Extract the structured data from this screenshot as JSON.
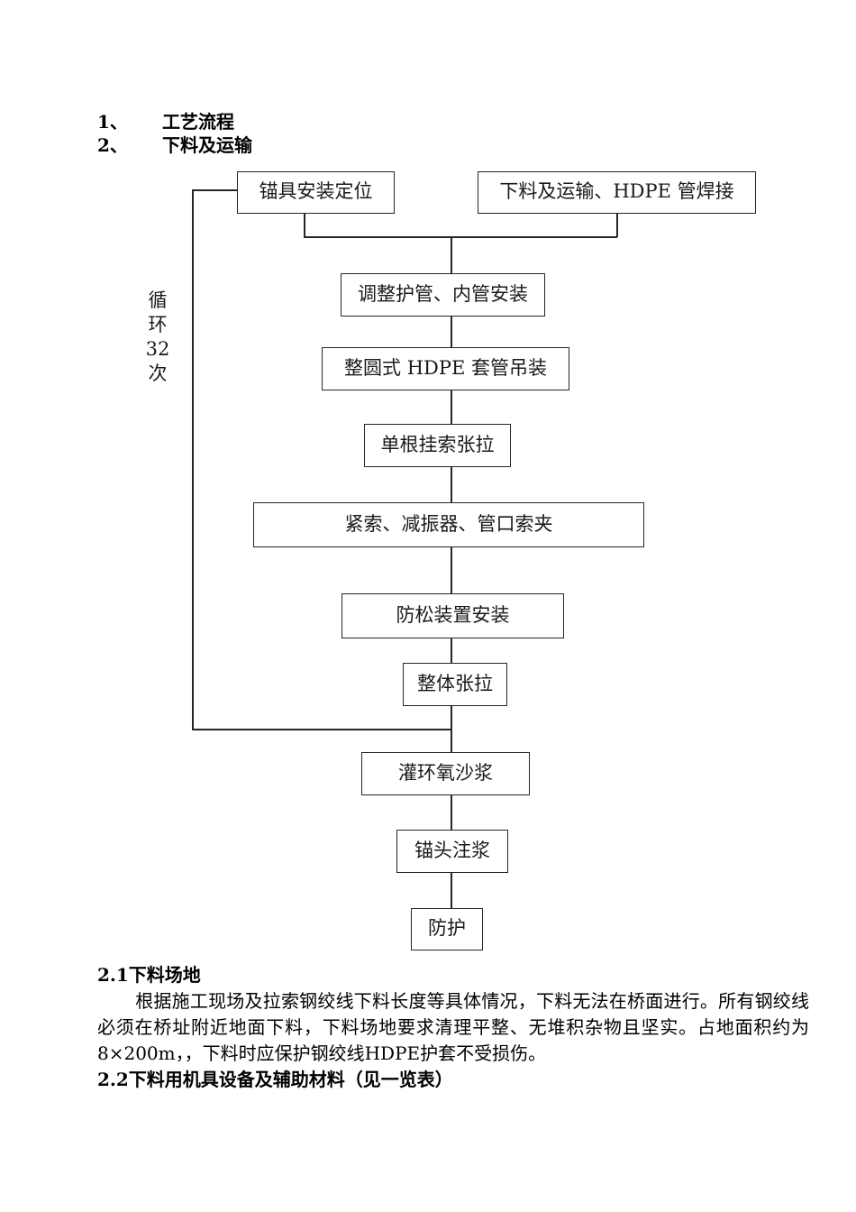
{
  "document": {
    "outline": [
      {
        "marker": "1、",
        "text": "工艺流程"
      },
      {
        "marker": "2、",
        "text": "下料及运输"
      }
    ],
    "flowchart": {
      "loop_label_lines": [
        "循",
        "环",
        "32",
        "次"
      ],
      "nodes": [
        {
          "id": "anchor-install",
          "label": "锚具安装定位"
        },
        {
          "id": "cut-transport-weld",
          "label": "下料及运输、HDPE 管焊接"
        },
        {
          "id": "adjust-pipe",
          "label": "调整护管、内管安装"
        },
        {
          "id": "hdpe-hoist",
          "label": "整圆式 HDPE 套管吊装"
        },
        {
          "id": "single-cable-ten",
          "label": "单根挂索张拉"
        },
        {
          "id": "tighten-damper",
          "label": "紧索、减振器、管口索夹"
        },
        {
          "id": "anti-loosen",
          "label": "防松装置安装"
        },
        {
          "id": "overall-tension",
          "label": "整体张拉"
        },
        {
          "id": "epoxy-mortar",
          "label": "灌环氧沙浆"
        },
        {
          "id": "anchor-grouting",
          "label": "锚头注浆"
        },
        {
          "id": "protection",
          "label": "防护"
        }
      ]
    },
    "sections": [
      {
        "id": "2.1",
        "heading": "2.1下料场地",
        "paragraph_indent": "　　",
        "paragraph": "根据施工现场及拉索钢绞线下料长度等具体情况，下料无法在桥面进行。所有钢绞线必须在桥址附近地面下料，下料场地要求清理平整、无堆积杂物且坚实。占地面积约为8×200m，，下料时应保护钢绞线HDPE护套不受损伤。"
      },
      {
        "id": "2.2",
        "heading": "2.2下料用机具设备及辅助材料（见一览表）"
      }
    ]
  },
  "colors": {
    "page_background": "#ffffff",
    "text": "#000000",
    "line": "#262626"
  }
}
